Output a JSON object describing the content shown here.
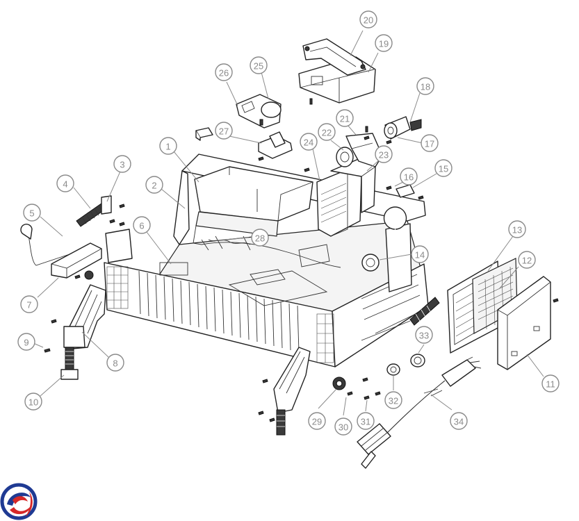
{
  "callouts": [
    "1",
    "2",
    "3",
    "4",
    "5",
    "6",
    "7",
    "8",
    "9",
    "10",
    "11",
    "12",
    "13",
    "14",
    "15",
    "16",
    "17",
    "18",
    "19",
    "20",
    "21",
    "22",
    "23",
    "24",
    "25",
    "26",
    "27",
    "28",
    "29",
    "30",
    "31",
    "32",
    "33",
    "34"
  ],
  "colors": {
    "line": "#222222",
    "callout": "#8a8a8a",
    "logo_blue": "#1f3a93",
    "logo_red": "#d62828"
  },
  "logo": {
    "icon": "brand-swirl-logo"
  }
}
